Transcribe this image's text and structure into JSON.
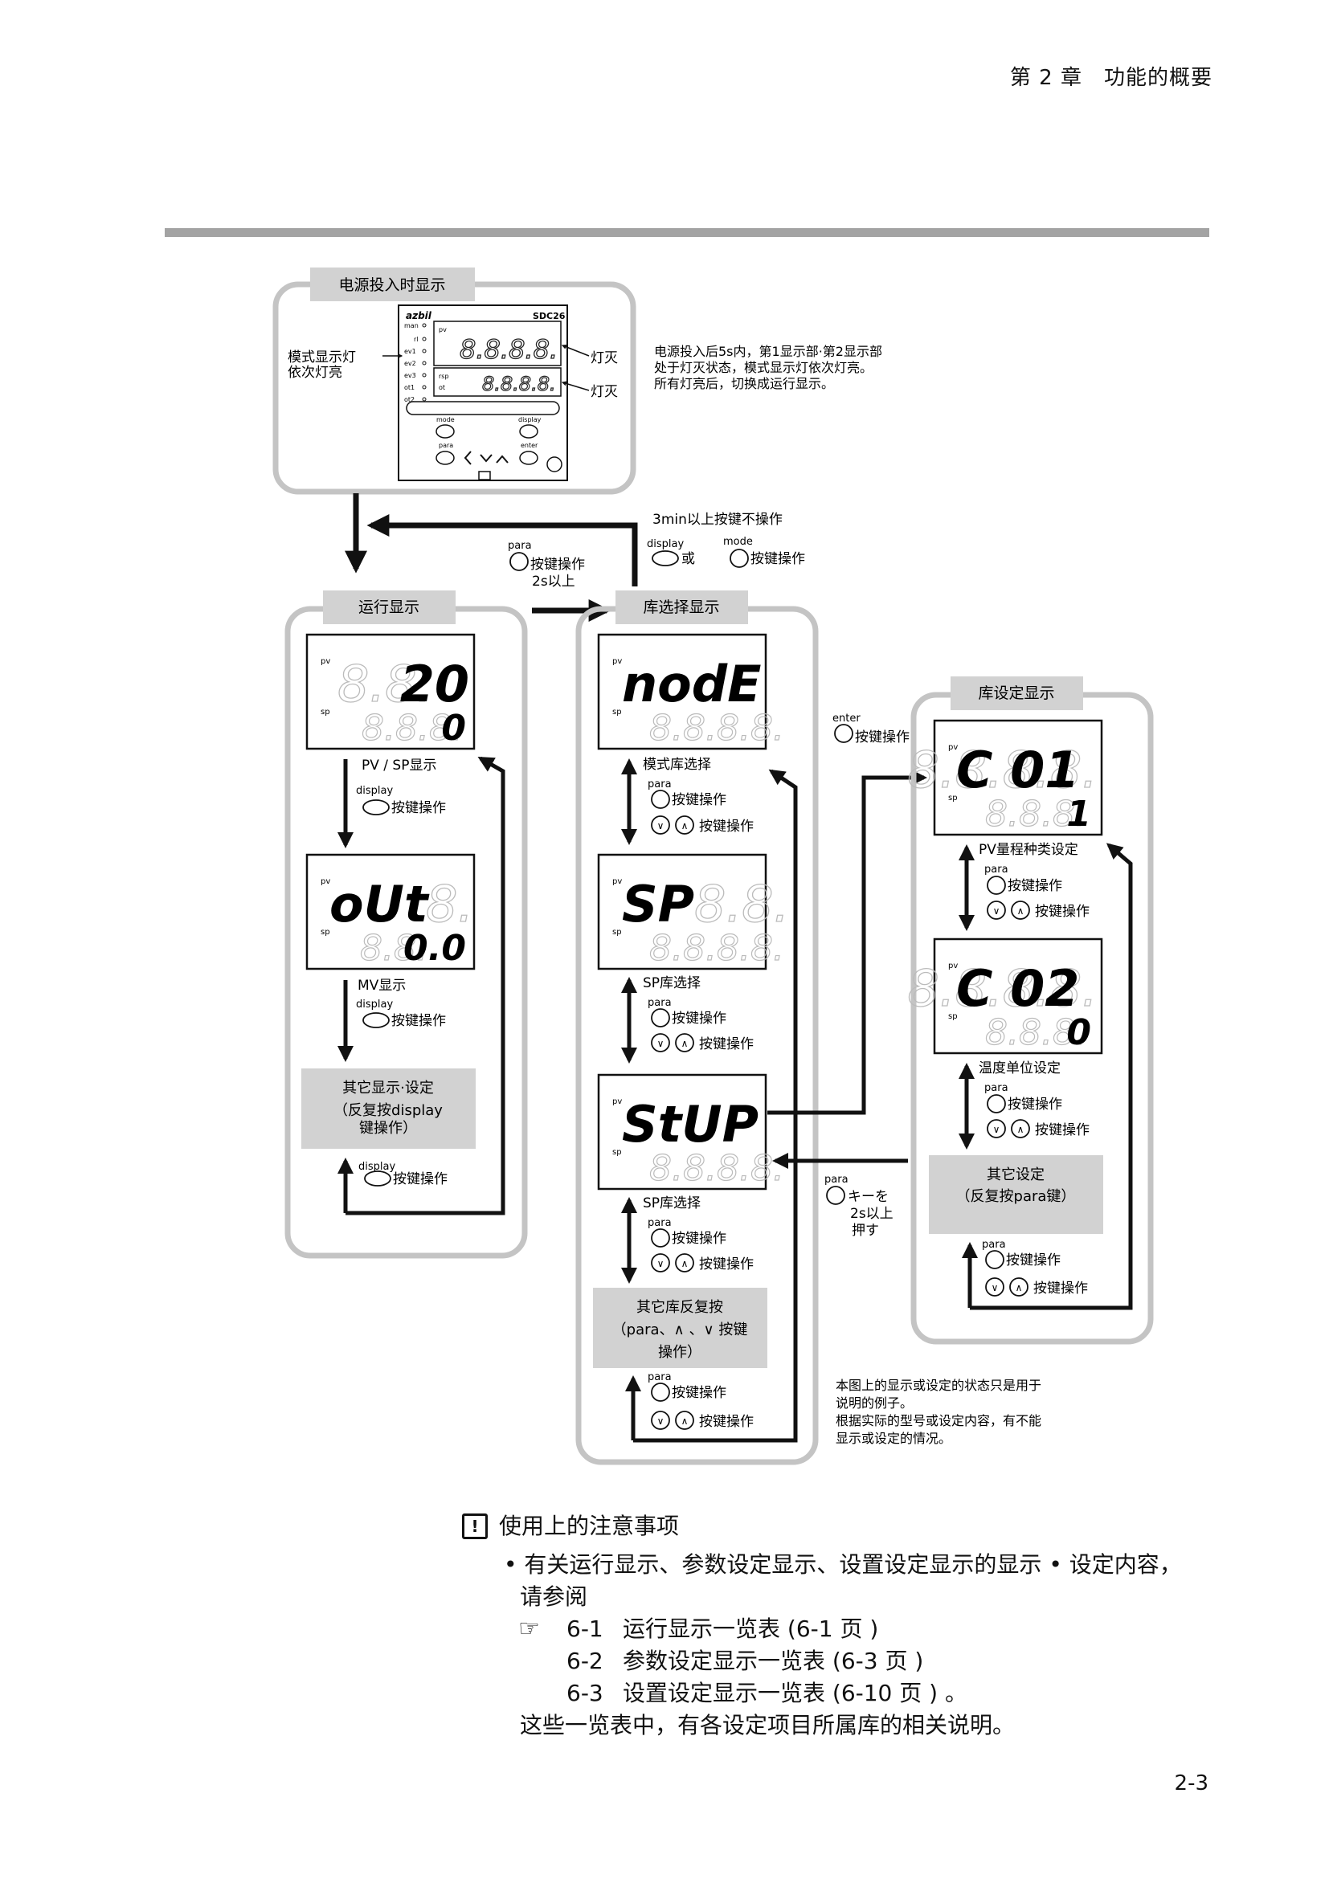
{
  "header": {
    "chapter": "第 2 章　功能的概要"
  },
  "page_number": "2-3",
  "power_on": {
    "title": "电源投入时显示",
    "logo": "azbil",
    "model": "SDC26",
    "lamps": [
      "man",
      "",
      "ev1",
      "ev2",
      "ev3",
      "ot1",
      "ot2"
    ],
    "lamp_rl": "rl",
    "pv_tag": "pv",
    "rsp_tag": "rsp",
    "ot_tag": "ot",
    "digits": "8.8.8.8.",
    "key_mode": "mode",
    "key_display": "display",
    "key_para": "para",
    "key_enter": "enter",
    "lamp_label_1": "模式显示灯",
    "lamp_label_2": "依次灯亮",
    "off_1": "灯灭",
    "off_2": "灯灭",
    "note": [
      "电源投入后5s内，第1显示部·第2显示部",
      "处于灯灭状态，模式显示灯依次灯亮。",
      "所有灯亮后，切换成运行显示。"
    ]
  },
  "transitions": {
    "timeout": "3min以上按键不操作",
    "display_key": "display",
    "or": "或",
    "mode_key": "mode",
    "mode_op": "按键操作",
    "para_key": "para",
    "para_op": "按键操作",
    "para_hold": "2s以上",
    "enter_key": "enter",
    "enter_op": "按键操作",
    "para_back_key": "para",
    "para_back_1": "キーを",
    "para_back_2": "2s以上",
    "para_back_3": "押す"
  },
  "operation": {
    "title": "运行显示",
    "pv_tag": "pv",
    "sp_tag": "sp",
    "d1_main": "20",
    "d1_sub": "0",
    "label_1": "PV / SP显示",
    "d2_main": "oUt",
    "d2_sub": "0.0",
    "label_2": "MV显示",
    "key": "display",
    "key_op": "按键操作",
    "other_1": "其它显示·设定",
    "other_2": "（反复按display",
    "other_3": "键操作）"
  },
  "bank_select": {
    "title": "库选择显示",
    "d1_main": "nodE",
    "label_1": "模式库选择",
    "d2_main": "SP",
    "label_2": "SP库选择",
    "d3_main": "StUP",
    "label_3": "SP库选择",
    "key": "para",
    "key_op": "按键操作",
    "updown_op": "按键操作",
    "up_glyph": "∧",
    "down_glyph": "∨",
    "other_1": "其它库反复按",
    "other_2": "（para、∧ 、∨ 按键",
    "other_3": "操作）",
    "note": [
      "本图上的显示或设定的状态只是用于",
      "说明的例子。",
      "根据实际的型号或设定内容，有不能",
      "显示或设定的情况。"
    ]
  },
  "bank_setting": {
    "title": "库设定显示",
    "d1_main": "C 01",
    "d1_sub": "1",
    "label_1": "PV量程种类设定",
    "d2_main": "C 02",
    "d2_sub": "0",
    "label_2": "温度单位设定",
    "other_1": "其它设定",
    "other_2": "（反复按para键）"
  },
  "notes": {
    "title": "使用上的注意事项",
    "icon": "!",
    "bullet_1": "• 有关运行显示、参数设定显示、设置设定显示的显示 • 设定内容，",
    "bullet_2": "请参阅",
    "refs": [
      {
        "num": "6-1",
        "text": "运行显示一览表 (6-1 页 )"
      },
      {
        "num": "6-2",
        "text": "参数设定显示一览表 (6-3 页 )"
      },
      {
        "num": "6-3",
        "text": "设置设定显示一览表 (6-10 页 ) 。"
      }
    ],
    "closing": "这些一览表中，有各设定项目所属库的相关说明。"
  }
}
